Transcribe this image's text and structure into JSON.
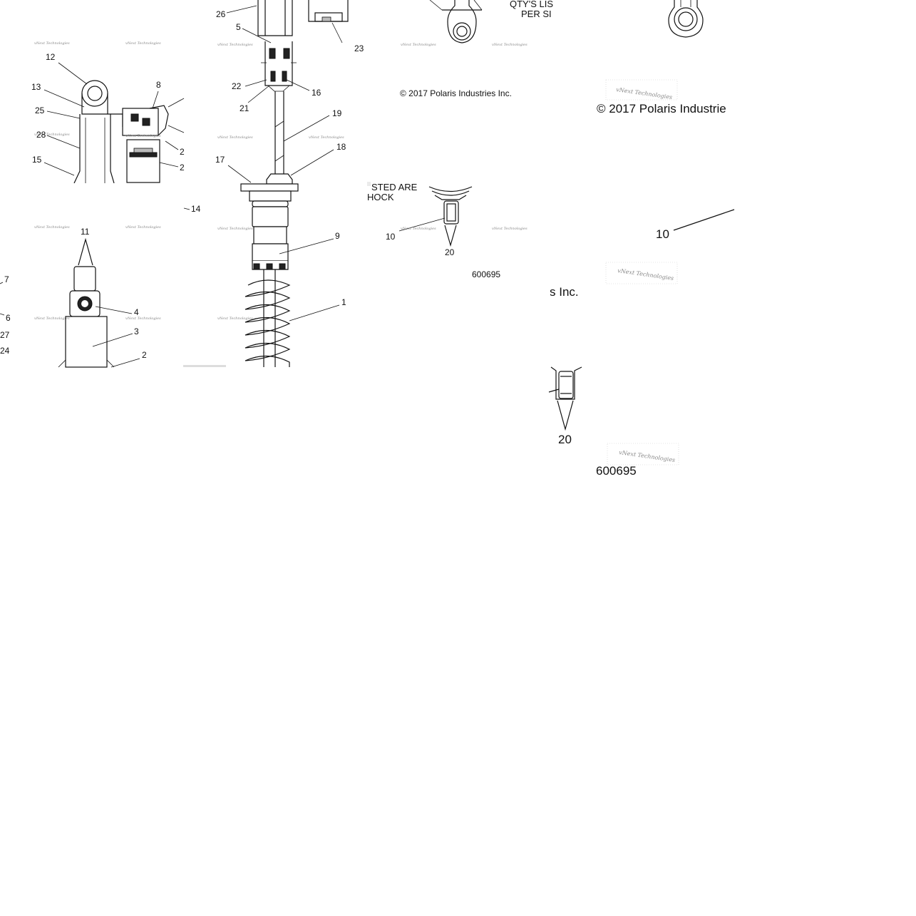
{
  "callouts": {
    "c1": "1",
    "c2": "2",
    "c3": "3",
    "c4": "4",
    "c5": "5",
    "c6": "6",
    "c7": "7",
    "c8": "8",
    "c9": "9",
    "c10": "10",
    "c11": "11",
    "c12": "12",
    "c13": "13",
    "c14": "14",
    "c15": "15",
    "c16": "16",
    "c17": "17",
    "c18": "18",
    "c19": "19",
    "c20": "20",
    "c21": "21",
    "c22": "22",
    "c23": "23",
    "c24": "24",
    "c25": "25",
    "c26": "26",
    "c27": "27",
    "c28": "28",
    "c2a": "2",
    "c2b": "2"
  },
  "notes": {
    "qty_line1": "QTY'S LIS",
    "qty_line2": "PER SI",
    "qty_partial1": "STED ARE",
    "qty_partial2": "HOCK",
    "copyright_small": "© 2017 Polaris Industries Inc.",
    "copyright_large": "© 2017 Polaris Industrie",
    "copyright_fragment": "s Inc.",
    "part_number_small": "600695",
    "part_number_large": "600695",
    "label_10_large": "10",
    "label_20_large": "20"
  },
  "watermark": "vNext Technologies"
}
